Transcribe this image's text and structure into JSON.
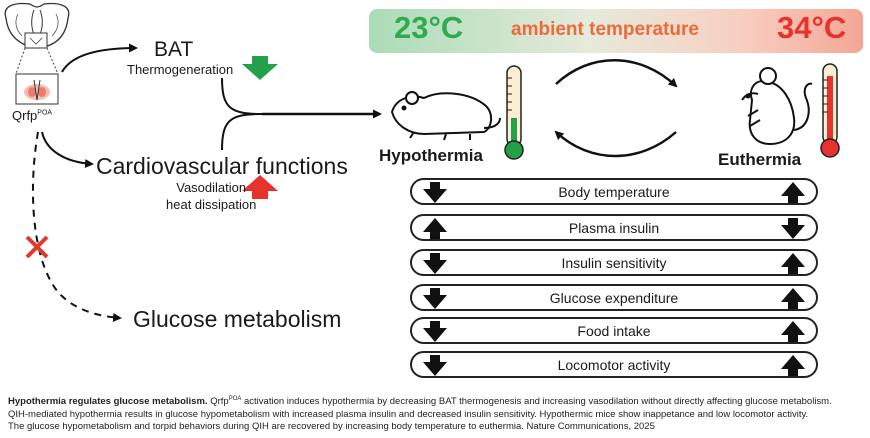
{
  "temperature": {
    "cold": "23°C",
    "label": "ambient temperature",
    "hot": "34°C"
  },
  "nodes": {
    "qrfp_main": "Qrfp",
    "qrfp_sup": "POA",
    "bat": "BAT",
    "thermogeneration": "Thermogeneration",
    "cardio": "Cardiovascular functions",
    "vasodilation": "Vasodilation",
    "heat_dissipation": "heat dissipation",
    "glucose": "Glucose metabolism",
    "hypothermia": "Hypothermia",
    "euthermia": "Euthermia"
  },
  "rows": [
    {
      "label": "Body temperature",
      "hypo": "down",
      "euth": "up"
    },
    {
      "label": "Plasma insulin",
      "hypo": "up",
      "euth": "down"
    },
    {
      "label": "Insulin sensitivity",
      "hypo": "down",
      "euth": "up"
    },
    {
      "label": "Glucose expenditure",
      "hypo": "down",
      "euth": "up"
    },
    {
      "label": "Food intake",
      "hypo": "down",
      "euth": "up"
    },
    {
      "label": "Locomotor activity",
      "hypo": "down",
      "euth": "up"
    }
  ],
  "caption": {
    "title": "Hypothermia regulates glucose metabolism.",
    "qrfp": "Qrfp",
    "qrfp_sup": "POA",
    "line1_rest": " activation induces hypothermia by decreasing BAT thermogenesis and increasing vasodilation without directly affecting glucose metabolism.",
    "line2": "QIH-mediated hypothermia results in glucose hypometabolism with increased plasma insulin and decreased insulin sensitivity. Hypothermic mice show inappetance and low locomotor activity.",
    "line3": "The glucose hypometabolism and torpid behaviors during QIH are recovered by increasing body temperature to euthermia. Nature Communications, 2025"
  },
  "colors": {
    "down_green": "#22a04a",
    "up_red": "#e8322e",
    "cold": "#2faa4f",
    "hot": "#e8322e",
    "ambient": "#ee6a3a",
    "cross": "#e03a2f"
  }
}
